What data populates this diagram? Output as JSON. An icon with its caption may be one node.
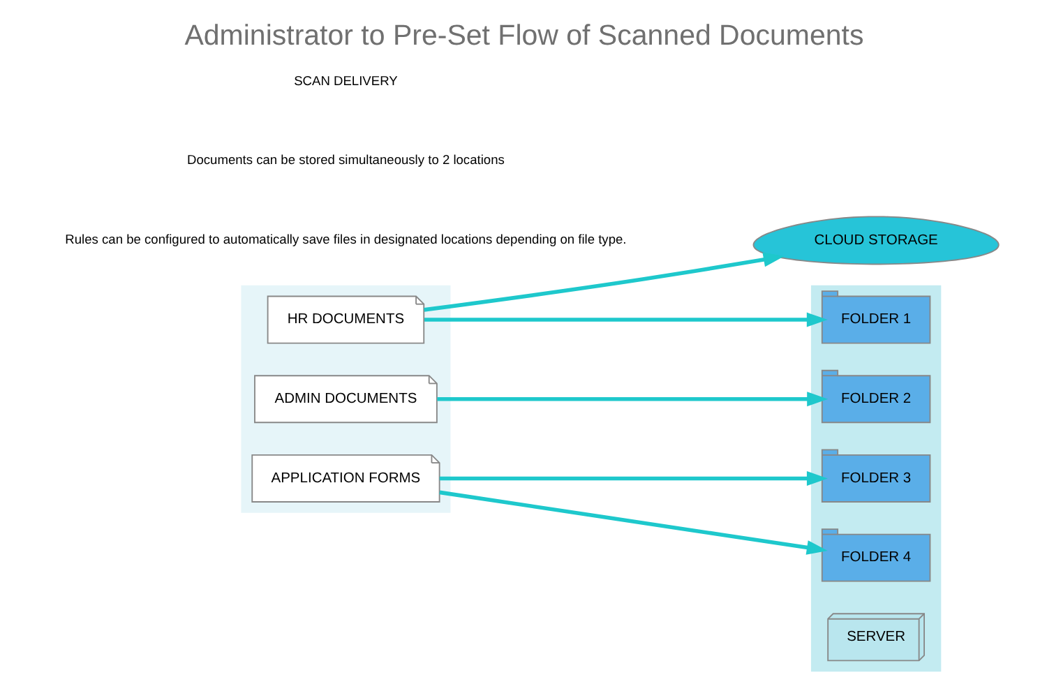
{
  "diagram": {
    "title": "Administrator to Pre-Set Flow of Scanned Documents",
    "nodes": [
      {
        "text": [],
        "shape": "box"
      },
      {
        "text": [
          "HR DOCUMENTS"
        ],
        "in": 0
      },
      {
        "text": [
          "ADMIN DOCUMENTS"
        ],
        "in": 0
      },
      {
        "text": [
          "APPLICATION FORMS"
        ],
        "in": 0
      },
      {
        "text": [
          "CLOUD STORAGE"
        ]
      },
      {
        "text": [],
        "shape": "box"
      },
      {
        "text": [
          "FOLDER 1"
        ],
        "in": 5
      },
      {
        "text": [
          "FOLDER 2"
        ],
        "in": 5
      },
      {
        "text": [
          "FOLDER 3"
        ],
        "in": 5
      },
      {
        "text": [
          "FOLDER 4"
        ],
        "in": 5
      },
      {
        "text": [
          "SERVER"
        ],
        "in": 5
      }
    ],
    "edges": [
      {
        "from": 1,
        "to": 4,
        "arrow": "to"
      },
      {
        "from": 1,
        "to": 6,
        "arrow": "to"
      },
      {
        "from": 2,
        "to": 7,
        "arrow": "to"
      },
      {
        "from": 3,
        "to": 8,
        "arrow": "to"
      },
      {
        "from": 3,
        "to": 9,
        "arrow": "to"
      }
    ],
    "labels": [
      "Rules can be configured to automatically save files in designated locations depending on file type.",
      "Documents can be stored simultaneously to 2 locations",
      "SCAN DELIVERY"
    ]
  }
}
